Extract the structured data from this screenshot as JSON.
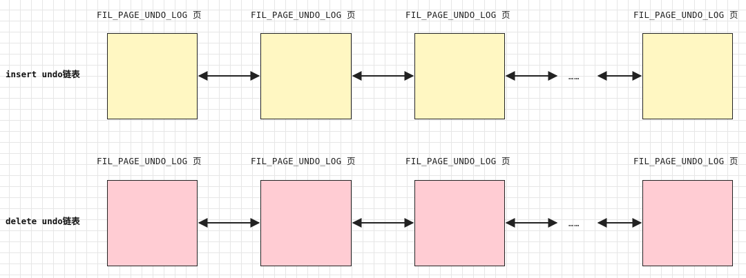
{
  "page_label": "FIL_PAGE_UNDO_LOG 页",
  "ellipsis": "……",
  "colors": {
    "insert_fill": "#fff7c2",
    "delete_fill": "#ffccd3",
    "stroke": "#222222",
    "grid": "#e6e6e6"
  },
  "rows": [
    {
      "label": "insert undo链表",
      "pages": [
        {
          "label": "FIL_PAGE_UNDO_LOG 页"
        },
        {
          "label": "FIL_PAGE_UNDO_LOG 页"
        },
        {
          "label": "FIL_PAGE_UNDO_LOG 页"
        },
        {
          "label": "FIL_PAGE_UNDO_LOG 页"
        }
      ]
    },
    {
      "label": "delete undo链表",
      "pages": [
        {
          "label": "FIL_PAGE_UNDO_LOG 页"
        },
        {
          "label": "FIL_PAGE_UNDO_LOG 页"
        },
        {
          "label": "FIL_PAGE_UNDO_LOG 页"
        },
        {
          "label": "FIL_PAGE_UNDO_LOG 页"
        }
      ]
    }
  ]
}
